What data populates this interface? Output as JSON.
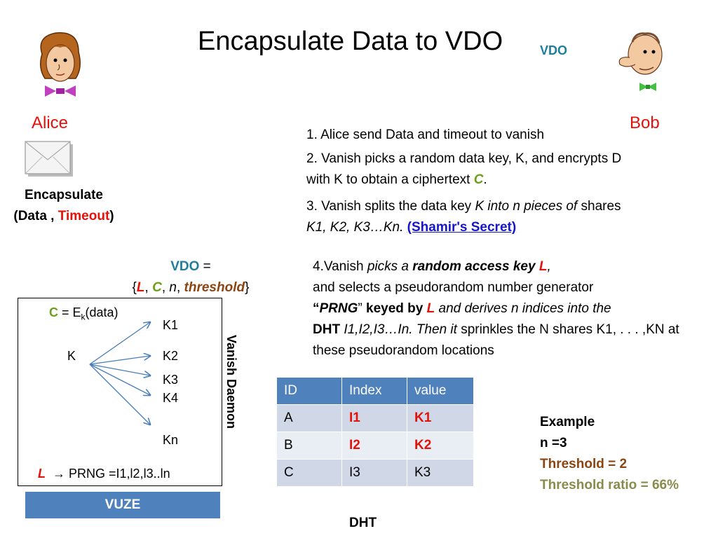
{
  "slide": {
    "title": "Encapsulate Data to VDO",
    "title_tag": "VDO"
  },
  "people": {
    "alice": "Alice",
    "bob": "Bob"
  },
  "encapsulate": {
    "label": "Encapsulate",
    "open": "(Data , ",
    "timeout": "Timeout",
    "close": ")"
  },
  "steps": {
    "s1": "1. Alice send Data and timeout to vanish",
    "s2_main": "2. Vanish picks a random data key, K, and encrypts D with K to obtain a ciphertext ",
    "s2_c": "C",
    "s2_end": ".",
    "s3_a": "3. Vanish splits the data key ",
    "s3_b": "K into n pieces of",
    "s3_c": " shares ",
    "s3_d": "K1, K2, K3…Kn. ",
    "s3_link": "(Shamir's Secret)",
    "s4_a": "4.Vanish ",
    "s4_b": "picks a ",
    "s4_c": "random access key ",
    "s4_l": "L",
    "s4_d": ",",
    "s4_e": "and selects a pseudorandom number generator",
    "s4_q1": "“",
    "s4_prng": "PRNG",
    "s4_q2": "” ",
    "s4_keyed": "keyed by ",
    "s4_l2": "L",
    "s4_f": " and derives n indices into the",
    "s4_dht": "DHT ",
    "s4_g": "I1,I2,I3…In. Then it",
    "s4_h": " sprinkles the N shares K1, . . . ,KN at these pseudorandom locations"
  },
  "vdo": {
    "name": "VDO",
    "eq": " =",
    "open": "{",
    "L": "L",
    "sep1": ", ",
    "C": "C",
    "sep2": ", ",
    "n": "n",
    "sep3": ", ",
    "threshold": "threshold",
    "close": "}"
  },
  "diagram": {
    "c_label": "C",
    "c_eq": " = E",
    "c_sub": "k",
    "c_data": "(data)",
    "k": "K",
    "k1": "K1",
    "k2": "K2",
    "k3": "K3",
    "k4": "K4",
    "kn": "Kn",
    "L": "L",
    "prng": "PRNG =I1,l2,l3..ln",
    "arrow": "→"
  },
  "daemon": "Vanish Daemon",
  "vuze": "VUZE",
  "dht": {
    "label": "DHT",
    "headers": [
      "ID",
      "Index",
      "value"
    ],
    "rows": [
      [
        "A",
        "I1",
        "K1"
      ],
      [
        "B",
        "I2",
        "K2"
      ],
      [
        "C",
        "I3",
        "K3"
      ]
    ]
  },
  "example": {
    "title": "Example",
    "n": "n =3",
    "threshold": "Threshold = 2",
    "ratio": "Threshold ratio = 66%"
  },
  "colors": {
    "accent_red": "#e3120b",
    "teal": "#1f7e9a",
    "table_header": "#4f81bd",
    "brown": "#8b4513",
    "olive": "#8a8a4c"
  }
}
